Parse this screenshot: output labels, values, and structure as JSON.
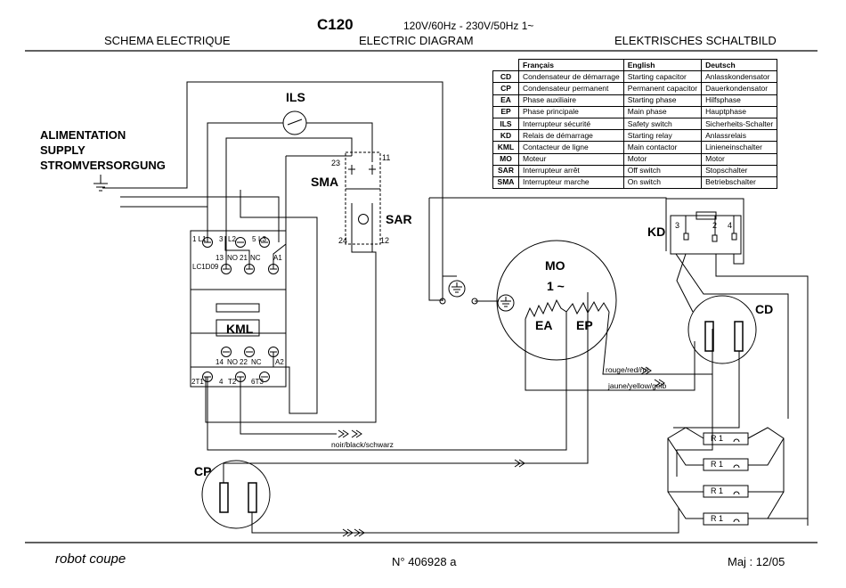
{
  "header": {
    "model": "C120",
    "voltage": "120V/60Hz - 230V/50Hz   1~",
    "title_fr": "SCHEMA ELECTRIQUE",
    "title_en": "ELECTRIC DIAGRAM",
    "title_de": "ELEKTRISCHES SCHALTBILD"
  },
  "supply": {
    "line1": "ALIMENTATION",
    "line2": "SUPPLY",
    "line3": "STROMVERSORGUNG"
  },
  "legend": {
    "headers": [
      "Français",
      "English",
      "Deutsch"
    ],
    "rows": [
      {
        "code": "CD",
        "fr": "Condensateur de démarrage",
        "en": "Starting capacitor",
        "de": "Anlasskondensator"
      },
      {
        "code": "CP",
        "fr": "Condensateur permanent",
        "en": "Permanent capacitor",
        "de": "Dauerkondensator"
      },
      {
        "code": "EA",
        "fr": "Phase auxiliaire",
        "en": "Starting phase",
        "de": "Hilfsphase"
      },
      {
        "code": "EP",
        "fr": "Phase principale",
        "en": "Main phase",
        "de": "Hauptphase"
      },
      {
        "code": "ILS",
        "fr": "Interrupteur sécurité",
        "en": "Safety switch",
        "de": "Sicherheits-Schalter"
      },
      {
        "code": "KD",
        "fr": "Relais de démarrage",
        "en": "Starting relay",
        "de": "Anlassrelais"
      },
      {
        "code": "KML",
        "fr": "Contacteur de ligne",
        "en": "Main contactor",
        "de": "Linieneinschalter"
      },
      {
        "code": "MO",
        "fr": "Moteur",
        "en": "Motor",
        "de": "Motor"
      },
      {
        "code": "SAR",
        "fr": "Interrupteur arrêt",
        "en": "Off switch",
        "de": "Stopschalter"
      },
      {
        "code": "SMA",
        "fr": "Interrupteur marche",
        "en": "On switch",
        "de": "Betriebschalter"
      }
    ]
  },
  "components": {
    "ils": "ILS",
    "sma": "SMA",
    "sar": "SAR",
    "kd": "KD",
    "mo": "MO",
    "mo_phase": "1 ~",
    "ea": "EA",
    "ep": "EP",
    "cd": "CD",
    "cp": "CP",
    "kml": "KML",
    "contactor_ref": "LC1D09"
  },
  "terminals": {
    "t_l1": "1 L1",
    "t_3": "3",
    "t_l2": "L2",
    "t_5": "5",
    "t_l3": "L3",
    "t_13": "13",
    "t_no1": "NO",
    "t_21": "21",
    "t_nc1": "NC",
    "t_a1": "A1",
    "t_14": "14",
    "t_no2": "NO",
    "t_22": "22",
    "t_nc2": "NC",
    "t_a2": "A2",
    "t_2t1": "2T1",
    "t_4": "4",
    "t_t2": "T2",
    "t_6t3": "6T3",
    "sw_23": "23",
    "sw_11": "11",
    "sw_24": "24",
    "sw_12": "12",
    "kd_3": "3",
    "kd_2": "2",
    "kd_4": "4"
  },
  "wires": {
    "rouge": "rouge/red/rot",
    "jaune": "jaune/yellow/gelb",
    "noir": "noir/black/schwarz"
  },
  "resistors": [
    "R 1",
    "R 1",
    "R 1",
    "R 1"
  ],
  "footer": {
    "brand": "robot coupe",
    "doc_number": "N° 406928 a",
    "revision": "Maj : 12/05"
  }
}
